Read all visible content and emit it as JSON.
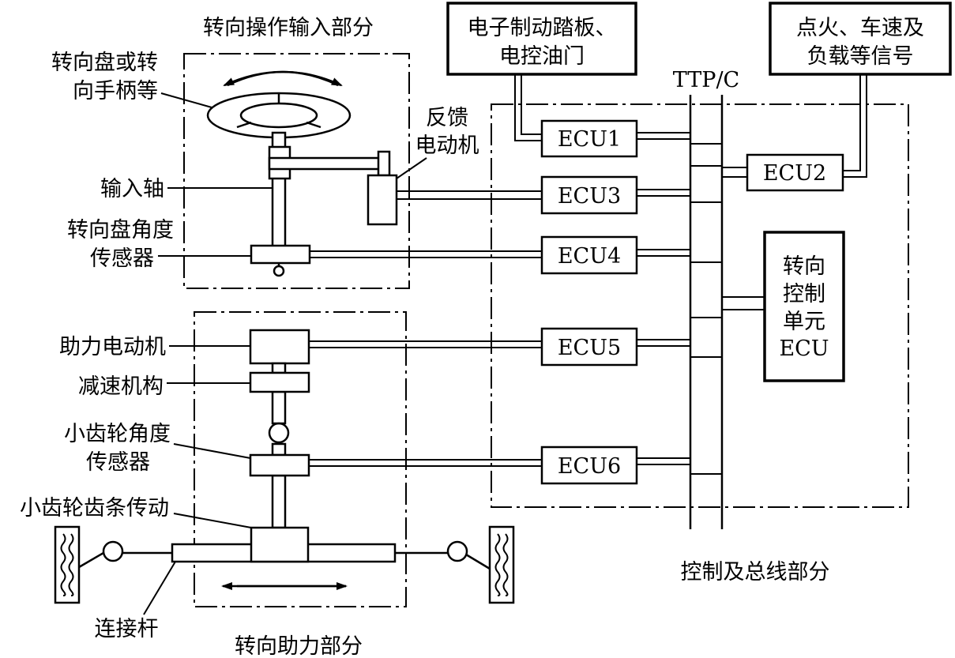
{
  "sections": {
    "steering_input": "转向操作输入部分",
    "steering_assist": "转向助力部分",
    "control_bus": "控制及总线部分"
  },
  "inputs": {
    "pedal_line1": "电子制动踏板、",
    "pedal_line2": "电控油门",
    "signals_line1": "点火、车速及",
    "signals_line2": "负载等信号"
  },
  "bus_label": "TTP/C",
  "ecus": {
    "ecu1": "ECU1",
    "ecu2": "ECU2",
    "ecu3": "ECU3",
    "ecu4": "ECU4",
    "ecu5": "ECU5",
    "ecu6": "ECU6"
  },
  "steering_control_unit": [
    "转向",
    "控制",
    "单元",
    "ECU"
  ],
  "components": {
    "wheel_line1": "转向盘或转",
    "wheel_line2": "向手柄等",
    "input_shaft": "输入轴",
    "wheel_sensor_line1": "转向盘角度",
    "wheel_sensor_line2": "传感器",
    "feedback_motor_line1": "反馈",
    "feedback_motor_line2": "电动机",
    "assist_motor": "助力电动机",
    "reducer": "减速机构",
    "pinion_sensor_line1": "小齿轮角度",
    "pinion_sensor_line2": "传感器",
    "rack_pinion": "小齿轮齿条传动",
    "tie_rod": "连接杆"
  }
}
